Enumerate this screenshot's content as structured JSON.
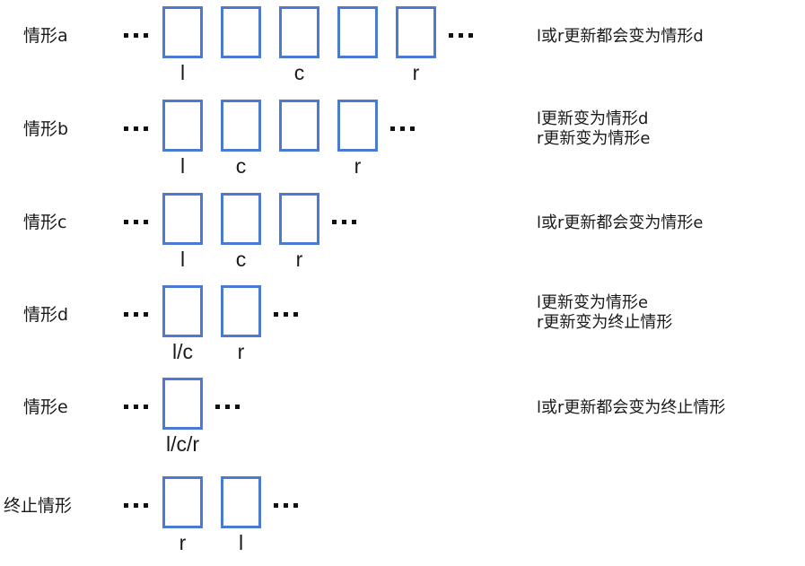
{
  "diagram": {
    "cell_color": "#4a7bd0",
    "rows": [
      {
        "id": "a",
        "label": "情形a",
        "cell_count": 5,
        "pointers": [
          {
            "text": "l",
            "cell": 1
          },
          {
            "text": "c",
            "cell": 3
          },
          {
            "text": "r",
            "cell": 5
          }
        ],
        "description": [
          "l或r更新都会变为情形d"
        ]
      },
      {
        "id": "b",
        "label": "情形b",
        "cell_count": 4,
        "pointers": [
          {
            "text": "l",
            "cell": 1
          },
          {
            "text": "c",
            "cell": 2
          },
          {
            "text": "r",
            "cell": 4
          }
        ],
        "description": [
          "l更新变为情形d",
          "r更新变为情形e"
        ]
      },
      {
        "id": "c",
        "label": "情形c",
        "cell_count": 3,
        "pointers": [
          {
            "text": "l",
            "cell": 1
          },
          {
            "text": "c",
            "cell": 2
          },
          {
            "text": "r",
            "cell": 3
          }
        ],
        "description": [
          "l或r更新都会变为情形e"
        ]
      },
      {
        "id": "d",
        "label": "情形d",
        "cell_count": 2,
        "pointers": [
          {
            "text": "l/c",
            "cell": 1
          },
          {
            "text": "r",
            "cell": 2
          }
        ],
        "description": [
          "l更新变为情形e",
          "r更新变为终止情形"
        ]
      },
      {
        "id": "e",
        "label": "情形e",
        "cell_count": 1,
        "pointers": [
          {
            "text": "l/c/r",
            "cell": 1
          }
        ],
        "description": [
          "l或r更新都会变为终止情形"
        ]
      },
      {
        "id": "end",
        "label": "终止情形",
        "cell_count": 2,
        "pointers": [
          {
            "text": "r",
            "cell": 1
          },
          {
            "text": "l",
            "cell": 2
          }
        ],
        "description": []
      }
    ]
  }
}
